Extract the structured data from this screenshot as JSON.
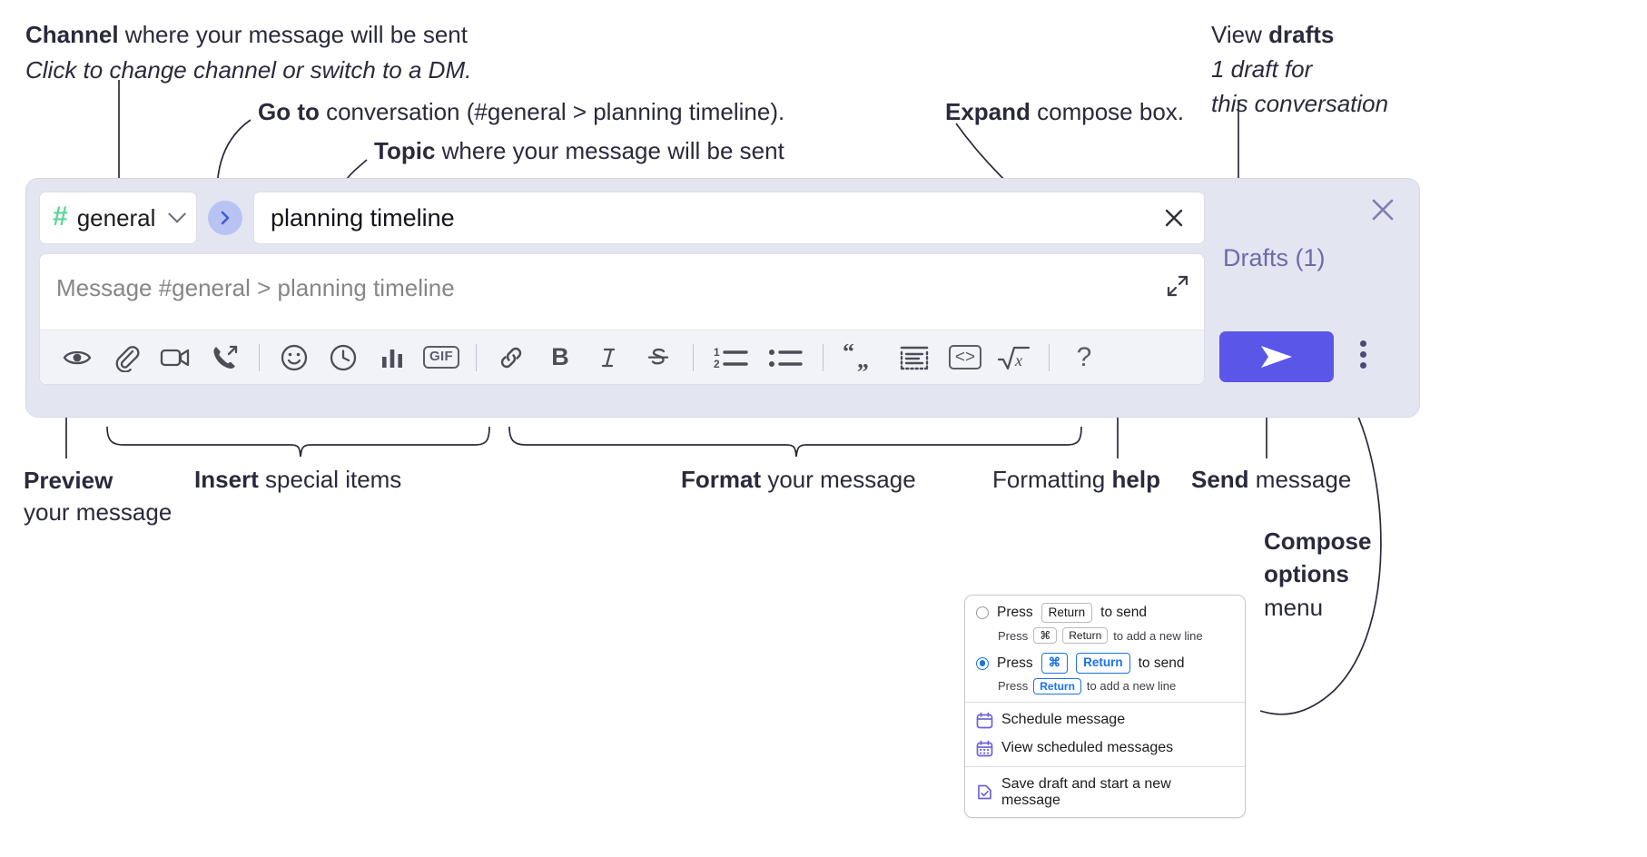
{
  "annotations": {
    "channel": {
      "line1_bold": "Channel",
      "line1_rest": " where your message will be sent",
      "line2_italic": "Click to change channel or switch to a DM."
    },
    "goto": {
      "bold": "Go to",
      "rest": " conversation (#general > planning timeline)."
    },
    "topic": {
      "bold": "Topic",
      "rest": " where your message will be sent"
    },
    "expand": {
      "bold": "Expand",
      "rest": " compose box."
    },
    "drafts": {
      "line1_plain": "View ",
      "line1_bold": "drafts",
      "line2_italic": "1 draft for",
      "line3_italic": "this conversation"
    },
    "preview": {
      "bold": "Preview",
      "rest": "your message"
    },
    "insert": {
      "bold": "Insert",
      "rest": " special items"
    },
    "format": {
      "bold": "Format",
      "rest": " your message"
    },
    "formatting_help": {
      "plain": "Formatting ",
      "bold": "help"
    },
    "send": {
      "bold": "Send",
      "rest": " message"
    },
    "compose_options": {
      "bold1": "Compose",
      "bold2": "options",
      "plain": "menu"
    }
  },
  "compose": {
    "channel": {
      "hash": "#",
      "name": "general",
      "chevron": "chevron-down-icon"
    },
    "go_button": "go-to-conversation-icon",
    "topic": {
      "value": "planning timeline",
      "clear": "close-icon"
    },
    "message": {
      "placeholder": "Message #general > planning timeline",
      "expand": "expand-icon"
    },
    "toolbar": [
      {
        "name": "preview-icon",
        "label": "Preview"
      },
      {
        "name": "attachment-icon",
        "label": "Attach file"
      },
      {
        "name": "video-icon",
        "label": "Video clip"
      },
      {
        "name": "audio-call-icon",
        "label": "Audio clip"
      },
      {
        "name": "separator-1",
        "label": ""
      },
      {
        "name": "emoji-icon",
        "label": "Emoji"
      },
      {
        "name": "clock-icon",
        "label": "Reminder"
      },
      {
        "name": "poll-icon",
        "label": "Poll"
      },
      {
        "name": "gif-icon",
        "label": "GIF"
      },
      {
        "name": "separator-2",
        "label": ""
      },
      {
        "name": "link-icon",
        "label": "Link"
      },
      {
        "name": "bold-icon",
        "label": "B"
      },
      {
        "name": "italic-icon",
        "label": "I"
      },
      {
        "name": "strikethrough-icon",
        "label": "S"
      },
      {
        "name": "separator-3",
        "label": ""
      },
      {
        "name": "ordered-list-icon",
        "label": "Ordered list"
      },
      {
        "name": "bulleted-list-icon",
        "label": "Bulleted list"
      },
      {
        "name": "separator-4",
        "label": ""
      },
      {
        "name": "blockquote-icon",
        "label": "Blockquote"
      },
      {
        "name": "code-block-icon",
        "label": "Code block"
      },
      {
        "name": "inline-code-icon",
        "label": "Code"
      },
      {
        "name": "latex-icon",
        "label": "LaTeX"
      },
      {
        "name": "separator-5",
        "label": ""
      },
      {
        "name": "help-icon",
        "label": "?"
      }
    ],
    "rail": {
      "close": "close-icon",
      "drafts_label": "Drafts (1)",
      "send": "send-icon",
      "options": "kebab-menu-icon"
    }
  },
  "menu": {
    "options": [
      {
        "selected": false,
        "prefix": "Press",
        "keys": [
          "Return"
        ],
        "suffix": "to send",
        "sub_prefix": "Press",
        "sub_keys": [
          "⌘",
          "Return"
        ],
        "sub_suffix": "to add a new line"
      },
      {
        "selected": true,
        "prefix": "Press",
        "keys": [
          "⌘",
          "Return"
        ],
        "suffix": "to send",
        "sub_prefix": "Press",
        "sub_keys": [
          "Return"
        ],
        "sub_suffix": "to add a new line"
      }
    ],
    "items": [
      {
        "icon": "calendar-icon",
        "label": "Schedule message"
      },
      {
        "icon": "calendar-grid-icon",
        "label": "View scheduled messages"
      },
      {
        "icon": "save-draft-icon",
        "label": "Save draft and start a new message"
      }
    ]
  },
  "colors": {
    "accent": "#5a57e8",
    "compose_bg": "#e3e5f1",
    "hash_green": "#5ed49a",
    "drafts_text": "#6b6ca8",
    "go_btn_bg": "#b9c3f3",
    "radio_blue": "#1a73e8"
  }
}
